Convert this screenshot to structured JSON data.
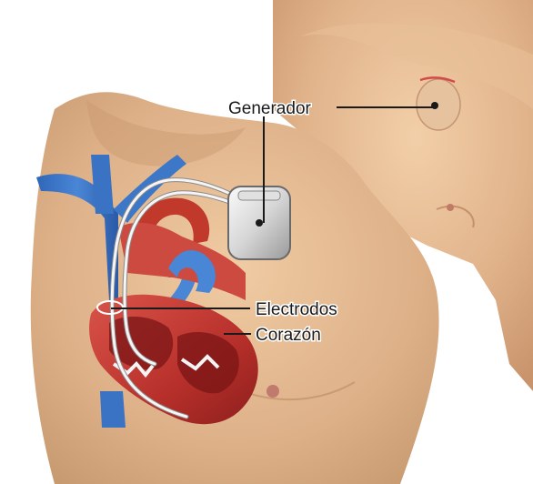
{
  "labels": {
    "generator": "Generador",
    "electrodes": "Electrodos",
    "heart": "Corazón"
  }
}
